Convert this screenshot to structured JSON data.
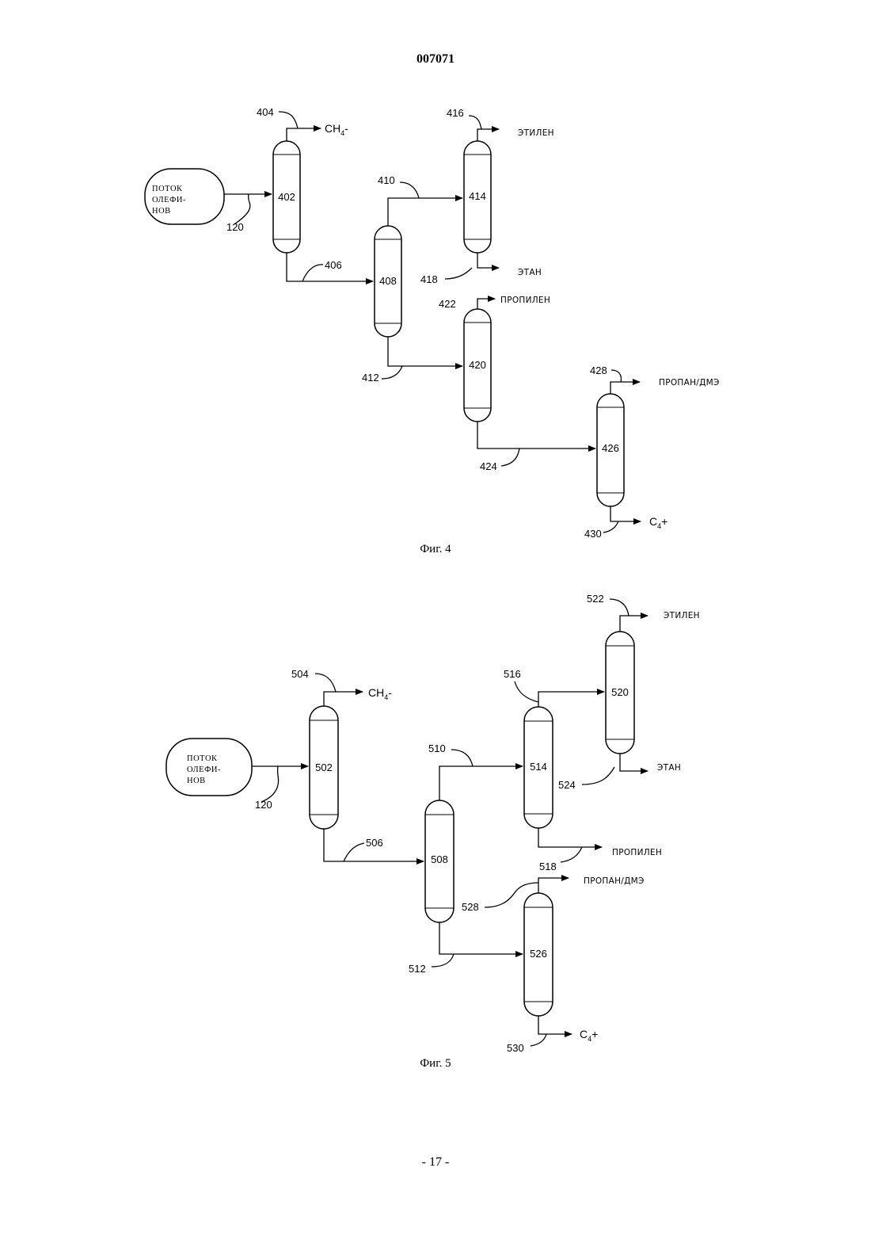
{
  "document": {
    "number": "007071",
    "page": "- 17 -"
  },
  "fig4": {
    "caption": "Фиг. 4",
    "feed": {
      "line1": "ПОТОК",
      "line2": "ОЛЕФИ-",
      "line3": "НОВ"
    },
    "feed_ref": "120",
    "columns": {
      "c402": "402",
      "c408": "408",
      "c414": "414",
      "c420": "420",
      "c426": "426"
    },
    "streams": {
      "s404": "404",
      "s406": "406",
      "s410": "410",
      "s412": "412",
      "s416": "416",
      "s418": "418",
      "s422": "422",
      "s424": "424",
      "s428": "428",
      "s430": "430"
    },
    "products": {
      "methane_main": "CH",
      "methane_sub": "4",
      "methane_suffix": "-",
      "ethylene": "ЭТИЛЕН",
      "ethane": "ЭТАН",
      "propylene": "ПРОПИЛЕН",
      "propane_dme": "ПРОПАН/ДМЭ",
      "c4_main": "C",
      "c4_sub": "4",
      "c4_suffix": "+"
    }
  },
  "fig5": {
    "caption": "Фиг. 5",
    "feed": {
      "line1": "ПОТОК",
      "line2": "ОЛЕФИ-",
      "line3": "НОВ"
    },
    "feed_ref": "120",
    "columns": {
      "c502": "502",
      "c508": "508",
      "c514": "514",
      "c520": "520",
      "c526": "526"
    },
    "streams": {
      "s504": "504",
      "s506": "506",
      "s510": "510",
      "s512": "512",
      "s516": "516",
      "s518": "518",
      "s522": "522",
      "s524": "524",
      "s528": "528",
      "s530": "530"
    },
    "products": {
      "methane_main": "CH",
      "methane_sub": "4",
      "methane_suffix": "-",
      "ethylene": "ЭТИЛЕН",
      "ethane": "ЭТАН",
      "propylene": "ПРОПИЛЕН",
      "propane_dme": "ПРОПАН/ДМЭ",
      "c4_main": "C",
      "c4_sub": "4",
      "c4_suffix": "+"
    }
  }
}
